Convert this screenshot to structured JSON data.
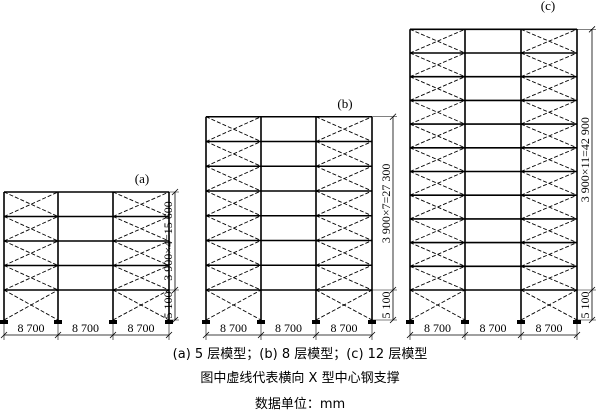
{
  "figure": {
    "models": [
      {
        "label": "(a)",
        "stories": 5,
        "first_story_dim": "5 100",
        "upper_dim": "3 900×4=15 600",
        "bay_labels": [
          "8 700",
          "8 700",
          "8 700"
        ]
      },
      {
        "label": "(b)",
        "stories": 8,
        "first_story_dim": "5 100",
        "upper_dim": "3 900×7=27 300",
        "bay_labels": [
          "8 700",
          "8 700",
          "8 700"
        ]
      },
      {
        "label": "(c)",
        "stories": 12,
        "first_story_dim": "5 100",
        "upper_dim": "3 900×11=42 900",
        "bay_labels": [
          "8 700",
          "8 700",
          "8 700"
        ]
      }
    ]
  },
  "captions": {
    "line1": "(a) 5 层模型；(b) 8 层模型；(c) 12 层模型",
    "line2": "图中虚线代表横向 X 型中心钢支撑",
    "line3": "数据单位：mm"
  },
  "colors": {
    "ink": "#000000",
    "background": "#ffffff"
  }
}
